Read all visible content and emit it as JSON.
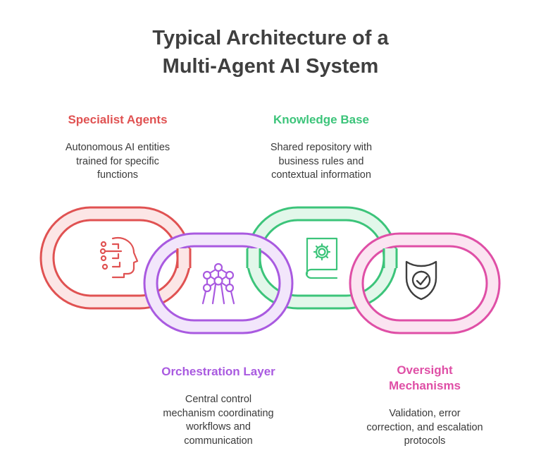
{
  "title": {
    "line1": "Typical Architecture of a",
    "line2": "Multi-Agent AI System"
  },
  "colors": {
    "specialist": "#e05252",
    "orchestration": "#a95ae0",
    "knowledge": "#3cc47a",
    "oversight": "#df4fa6",
    "icon": "#3d3d3d",
    "title": "#3f3f3f"
  },
  "components": {
    "specialist_agents": {
      "heading": "Specialist Agents",
      "desc": [
        "Autonomous AI entities",
        "trained for specific",
        "functions"
      ],
      "icon": "ai-head-circuit-icon"
    },
    "knowledge_base": {
      "heading": "Knowledge Base",
      "desc": [
        "Shared repository with",
        "business rules and",
        "contextual information"
      ],
      "icon": "book-gear-icon"
    },
    "orchestration_layer": {
      "heading": "Orchestration Layer",
      "desc": [
        "Central control",
        "mechanism coordinating",
        "workflows and",
        "communication"
      ],
      "icon": "atomium-network-icon"
    },
    "oversight_mechanisms": {
      "heading": [
        "Oversight",
        "Mechanisms"
      ],
      "desc": [
        "Validation, error",
        "correction, and escalation",
        "protocols"
      ],
      "icon": "shield-check-icon"
    }
  }
}
